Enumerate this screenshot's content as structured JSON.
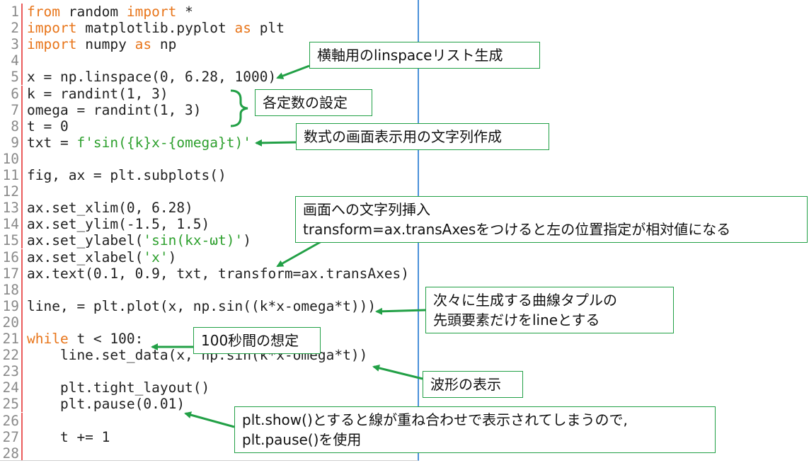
{
  "editor": {
    "lines": [
      [
        {
          "t": "from",
          "c": "kw"
        },
        {
          "t": " random "
        },
        {
          "t": "import",
          "c": "kw"
        },
        {
          "t": " *"
        }
      ],
      [
        {
          "t": "import",
          "c": "kw"
        },
        {
          "t": " matplotlib.pyplot "
        },
        {
          "t": "as",
          "c": "kw"
        },
        {
          "t": " plt"
        }
      ],
      [
        {
          "t": "import",
          "c": "kw"
        },
        {
          "t": " numpy "
        },
        {
          "t": "as",
          "c": "kw"
        },
        {
          "t": " np"
        }
      ],
      [],
      [
        {
          "t": "x = np.linspace(0, 6.28, 1000)"
        }
      ],
      [
        {
          "t": "k = randint(1, 3)"
        }
      ],
      [
        {
          "t": "omega = randint(1, 3)"
        }
      ],
      [
        {
          "t": "t = 0"
        }
      ],
      [
        {
          "t": "txt = "
        },
        {
          "t": "f'sin({k}x-{omega}t)'",
          "c": "str"
        }
      ],
      [],
      [
        {
          "t": "fig, ax = plt.subplots()"
        }
      ],
      [],
      [
        {
          "t": "ax.set_xlim(0, 6.28)"
        }
      ],
      [
        {
          "t": "ax.set_ylim(-1.5, 1.5)"
        }
      ],
      [
        {
          "t": "ax.set_ylabel("
        },
        {
          "t": "'sin(kx-ωt)'",
          "c": "str"
        },
        {
          "t": ")"
        }
      ],
      [
        {
          "t": "ax.set_xlabel("
        },
        {
          "t": "'x'",
          "c": "str"
        },
        {
          "t": ")"
        }
      ],
      [
        {
          "t": "ax.text(0.1, 0.9, txt, transform=ax.transAxes)"
        }
      ],
      [],
      [
        {
          "t": "line, = plt.plot(x, np.sin((k*x-omega*t)))"
        }
      ],
      [],
      [
        {
          "t": "while",
          "c": "kw"
        },
        {
          "t": " t < 100:"
        }
      ],
      [
        {
          "t": "    line.set_data(x, np.sin(k*x-omega*t))"
        }
      ],
      [],
      [
        {
          "t": "    plt.tight_layout()"
        }
      ],
      [
        {
          "t": "    plt.pause(0.01)"
        }
      ],
      [],
      [
        {
          "t": "    t += 1"
        }
      ],
      []
    ]
  },
  "callouts": {
    "linspace": "横軸用のlinspaceリスト生成",
    "constants": "各定数の設定",
    "formula": "数式の画面表示用の文字列作成",
    "text_insert_1": "画面への文字列挿入",
    "text_insert_2": "transform=ax.transAxesをつけると左の位置指定が相対値になる",
    "tuple_1": "次々に生成する曲線タプルの",
    "tuple_2": "先頭要素だけをlineとする",
    "duration": "100秒間の想定",
    "waveform": "波形の表示",
    "pause_1": "plt.show()とすると線が重ね合わせで表示されてしまうので,",
    "pause_2": "plt.pause()を使用"
  },
  "colors": {
    "keyword": "#e8751a",
    "string": "#2ea02e",
    "callout_border": "#22a046",
    "arrow": "#22a046",
    "gutter_rule": "#ea5b5b",
    "editor_border": "#4a90d9"
  }
}
